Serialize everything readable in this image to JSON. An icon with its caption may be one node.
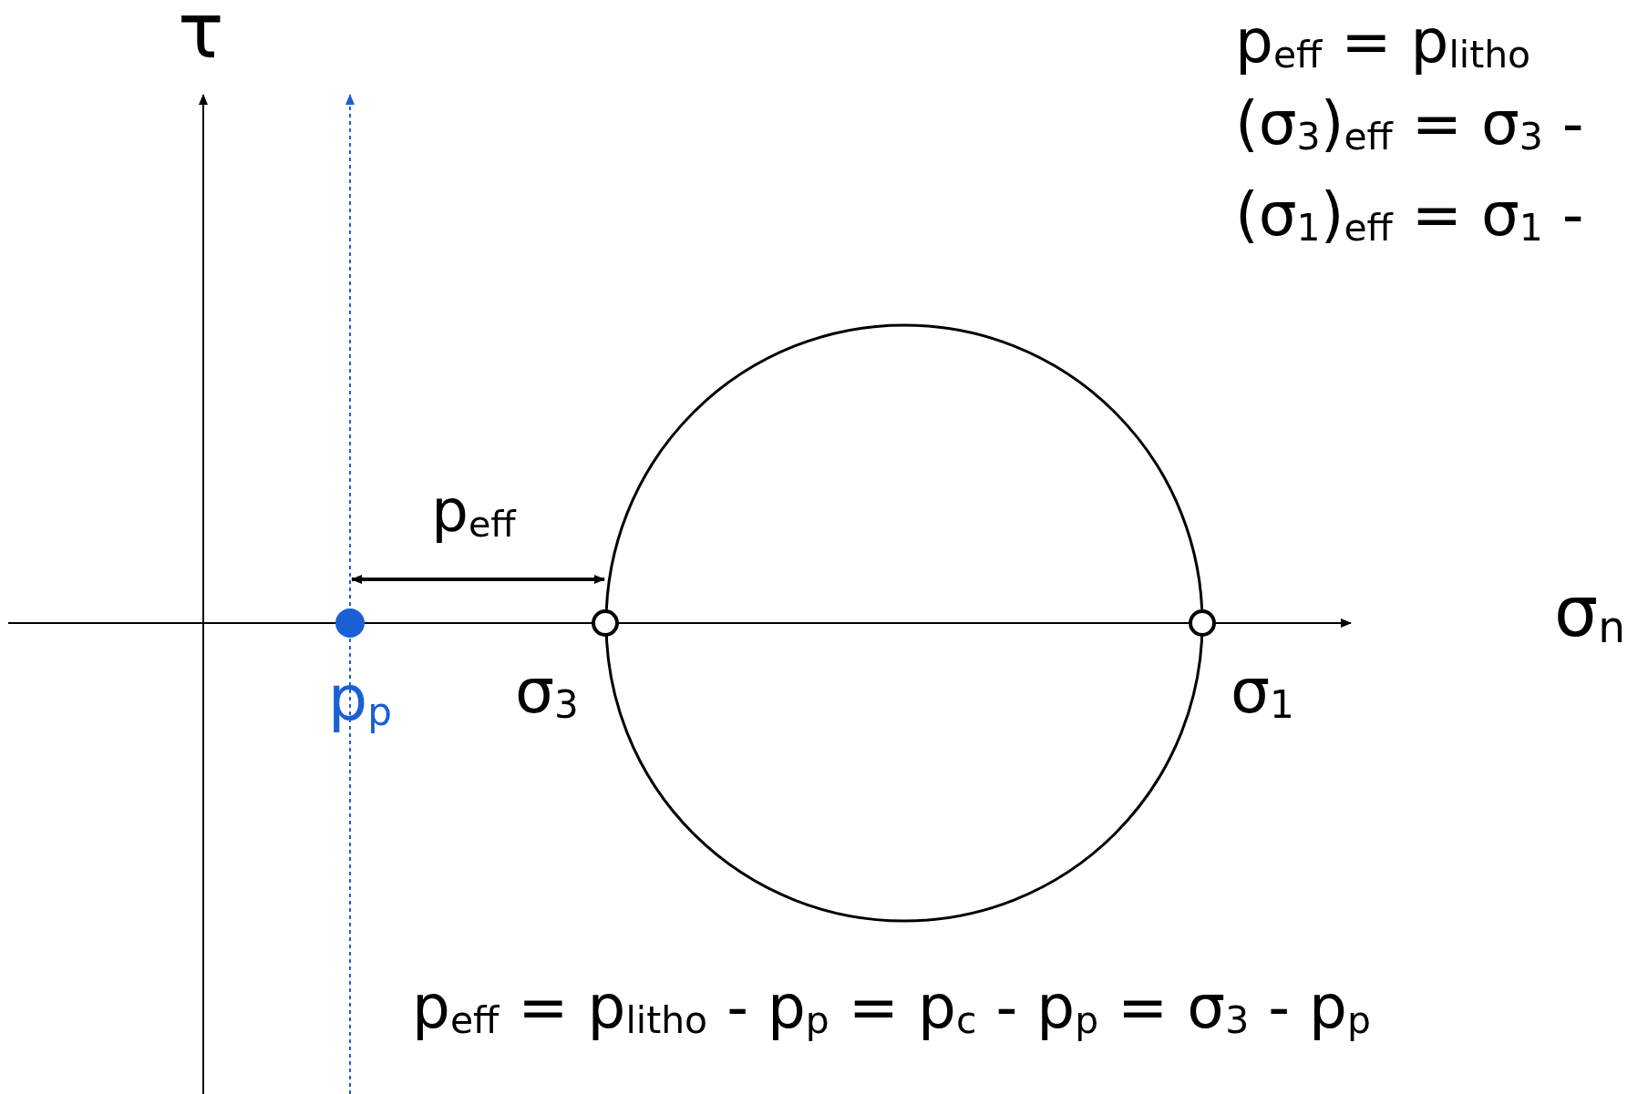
{
  "diagram": {
    "nodes": [
      {
        "text": [],
        "shape": "circle",
        "beside": [
          "p$_{p}$"
        ]
      },
      {
        "text": [],
        "shape": "circle",
        "beside": [
          "σ$_{3}$"
        ]
      },
      {
        "text": [],
        "shape": "circle",
        "beside": [
          "σ$_{1}$"
        ]
      },
      {
        "text": [],
        "shape": "circle"
      }
    ],
    "edges": [
      {
        "from": 0,
        "to": 1,
        "arrow": "both",
        "label": "p$_{eff}$"
      }
    ],
    "labels": [
      "τ",
      "σ$_{n}$",
      "p$_{eff}$ = p$_{litho}$",
      "(σ$_{3}$)$_{eff}$ = σ$_{3}$ -",
      "(σ$_{1}$)$_{eff}$ = σ$_{1}$ -",
      "p$_{eff}$ = p$_{litho}$ - p$_{p}$ = p$_{c}$ - p$_{p}$ = σ$_{3}$ - p$_{p}$"
    ]
  }
}
